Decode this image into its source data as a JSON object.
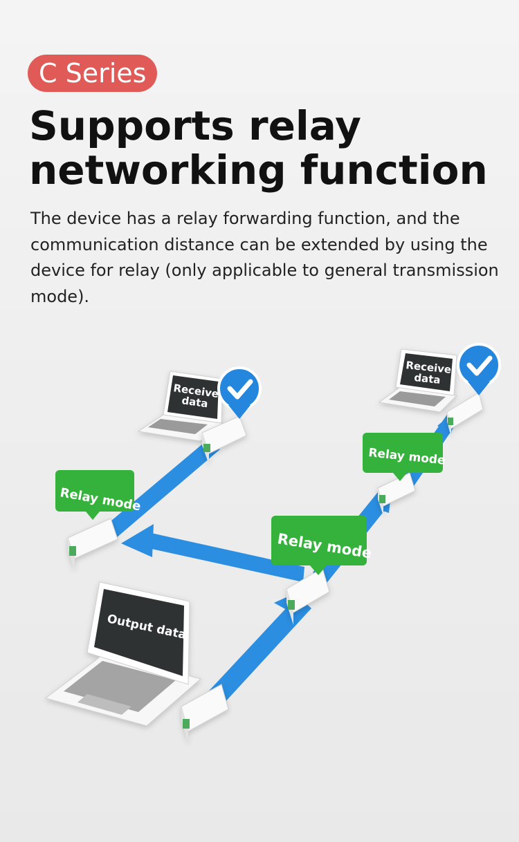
{
  "badge": "C Series",
  "headline": "Supports relay networking function",
  "description": "The device has a relay forwarding function, and the communication distance can be extended by using the device for relay (only applicable to general transmission mode).",
  "diagram": {
    "receive_label_line1": "Receive",
    "receive_label_line2": "data",
    "output_label": "Output data",
    "relay_label": "Relay mode"
  },
  "colors": {
    "badge": "#e05a57",
    "arrow": "#2a8fe0",
    "relay_tag": "#35b23c",
    "check": "#2486dc"
  },
  "icons": [
    "laptop-icon",
    "relay-device-icon",
    "check-badge-icon"
  ]
}
